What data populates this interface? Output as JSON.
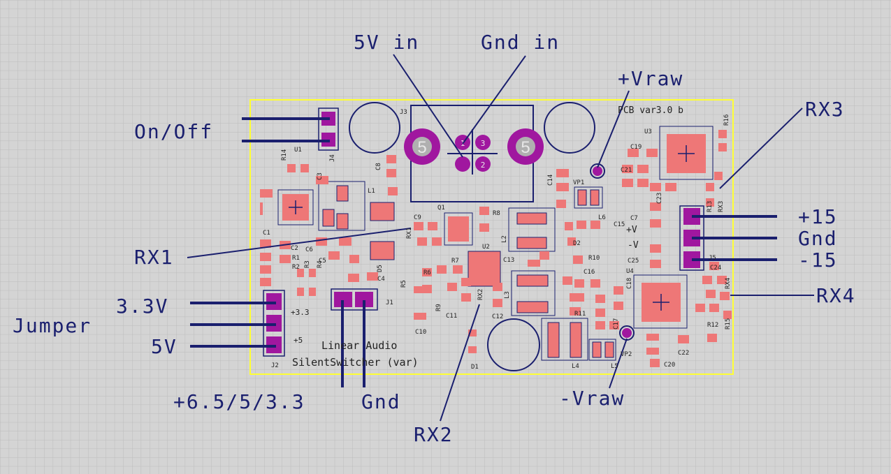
{
  "annotations": {
    "five_v_in": "5V in",
    "gnd_in": "Gnd in",
    "vraw_pos": "+Vraw",
    "vraw_neg": "-Vraw",
    "on_off": "On/Off",
    "rx1": "RX1",
    "rx2": "RX2",
    "rx3": "RX3",
    "rx4": "RX4",
    "p15": "+15",
    "gnd": "Gnd",
    "m15": "-15",
    "v33": "3.3V",
    "jumper": "Jumper",
    "v5": "5V",
    "out_v": "+6.5/5/3.3",
    "out_gnd": "Gnd"
  },
  "silkscreen": {
    "pcb_version": "PCB var3.0 b",
    "product_line1": "Linear Audio",
    "product_line2": "SilentSwitcher (var)",
    "plus_v": "+V",
    "minus_v": "-V",
    "j2_33": "+3.3",
    "j2_5": "+5",
    "pad5_left": "5",
    "pad5_right": "5",
    "pin1": "1",
    "pin2": "2",
    "pin3": "3",
    "refs": {
      "J3": "J3",
      "J4": "J4",
      "U1": "U1",
      "R14": "R14",
      "C3": "C3",
      "C8": "C8",
      "L1": "L1",
      "C1": "C1",
      "C2": "C2",
      "R1": "R1",
      "R2": "R2",
      "R3": "R3",
      "R4": "R4",
      "C6": "C6",
      "C5": "C5",
      "D5": "D5",
      "RX1": "RX1",
      "C9": "C9",
      "Q1": "Q1",
      "R8": "R8",
      "C4": "C4",
      "J1": "J1",
      "L2": "L2",
      "U2": "U2",
      "R7": "R7",
      "R6": "R6",
      "R5": "R5",
      "R9": "R9",
      "C11": "C11",
      "C10": "C10",
      "RX2": "RX2",
      "C12": "C12",
      "C13": "C13",
      "L3": "L3",
      "D1": "D1",
      "C14": "C14",
      "VP1": "VP1",
      "L6": "L6",
      "D2": "D2",
      "R10": "R10",
      "C16": "C16",
      "R11": "R11",
      "L4": "L4",
      "L5": "L5",
      "VP2": "VP2",
      "C15": "C15",
      "C7": "C7",
      "C25": "C25",
      "C18": "C18",
      "C17": "C17",
      "U4": "U4",
      "C20": "C20",
      "C22": "C22",
      "R12": "R12",
      "R15": "R15",
      "RX4": "RX4",
      "C24": "C24",
      "J5": "J5",
      "R13": "R13",
      "RX3": "RX3",
      "C23": "C23",
      "C21": "C21",
      "C19": "C19",
      "U3": "U3",
      "R16": "R16",
      "J2": "J2"
    }
  },
  "colors": {
    "background": "#d4d4d4",
    "grid": "#bcbcbc",
    "board_outline": "#ffff33",
    "pad": "#ee7777",
    "through_hole": "#a0179f",
    "annotation": "#1a1f6e",
    "silk_outline": "#1a1f6e"
  }
}
